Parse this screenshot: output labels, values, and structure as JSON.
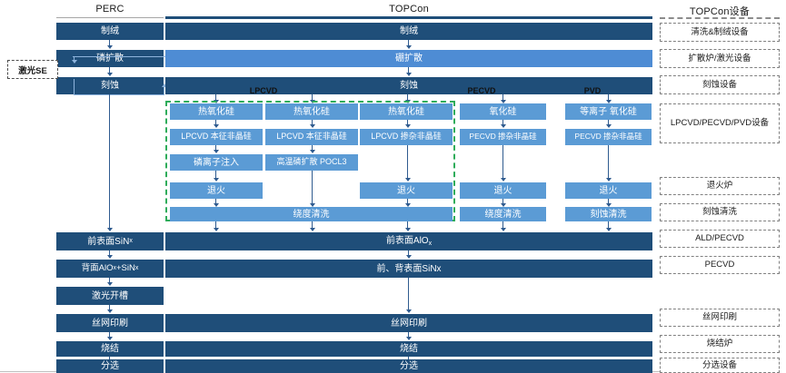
{
  "headers": {
    "perc": "PERC",
    "topcon": "TOPCon",
    "equipment": "TOPCon设备"
  },
  "groups": {
    "lpcvd": "LPCVD",
    "pecvd": "PECVD",
    "pvd": "PVD"
  },
  "callout": {
    "laser_se": "激光SE"
  },
  "perc_flow": [
    {
      "label": "制绒",
      "style": "navy"
    },
    {
      "label": "磷扩散",
      "style": "navy"
    },
    {
      "label": "刻蚀",
      "style": "navy"
    },
    {
      "label": "前表面SiNx",
      "style": "navy",
      "sub": "x",
      "base": "前表面SiN"
    },
    {
      "label": "背面AlOx+SiNx",
      "style": "navy"
    },
    {
      "label": "激光开槽",
      "style": "navy"
    },
    {
      "label": "丝网印刷",
      "style": "navy"
    },
    {
      "label": "烧结",
      "style": "navy"
    },
    {
      "label": "分选",
      "style": "navy"
    }
  ],
  "topcon_main": [
    {
      "label": "制绒",
      "style": "navy"
    },
    {
      "label": "硼扩散",
      "style": "blue"
    },
    {
      "label": "刻蚀",
      "style": "navy"
    }
  ],
  "topcon_tail": [
    {
      "label": "前表面AlOx",
      "style": "navy"
    },
    {
      "label": "前、背表面SiNx",
      "style": "navy"
    },
    {
      "label": "丝网印刷",
      "style": "navy"
    },
    {
      "label": "烧结",
      "style": "navy"
    },
    {
      "label": "分选",
      "style": "navy"
    }
  ],
  "branches": {
    "col1": [
      "热氧化硅",
      "LPCVD  本征非晶硅",
      "磷离子注入",
      "退火"
    ],
    "col2": [
      "热氧化硅",
      "LPCVD  本征非晶硅",
      "高温磷扩散  POCL3"
    ],
    "col3": [
      "热氧化硅",
      "LPCVD  掺杂非晶硅",
      "退火"
    ],
    "col4": [
      "氧化硅",
      "PECVD  掺杂非晶硅",
      "退火",
      "绕度清洗"
    ],
    "col5": [
      "等离子  氧化硅",
      "PECVD  掺杂非晶硅",
      "退火",
      "刻蚀清洗"
    ],
    "lpcvd_shared": "绕度清洗"
  },
  "equipment": [
    "清洗&制绒设备",
    "扩散炉/激光设备",
    "刻蚀设备",
    "LPCVD/PECVD/PVD设备",
    "退火炉",
    "刻蚀清洗",
    "ALD/PECVD",
    "PECVD",
    "丝网印刷",
    "烧结炉",
    "分选设备"
  ],
  "colors": {
    "navy": "#1f4e79",
    "blue": "#4e8cd4",
    "midblue": "#5b9bd5",
    "green_dash": "#2eac5a",
    "grey_dash": "#808080",
    "connector": "#2f5b8f",
    "light_connector": "#8fb4dd"
  }
}
